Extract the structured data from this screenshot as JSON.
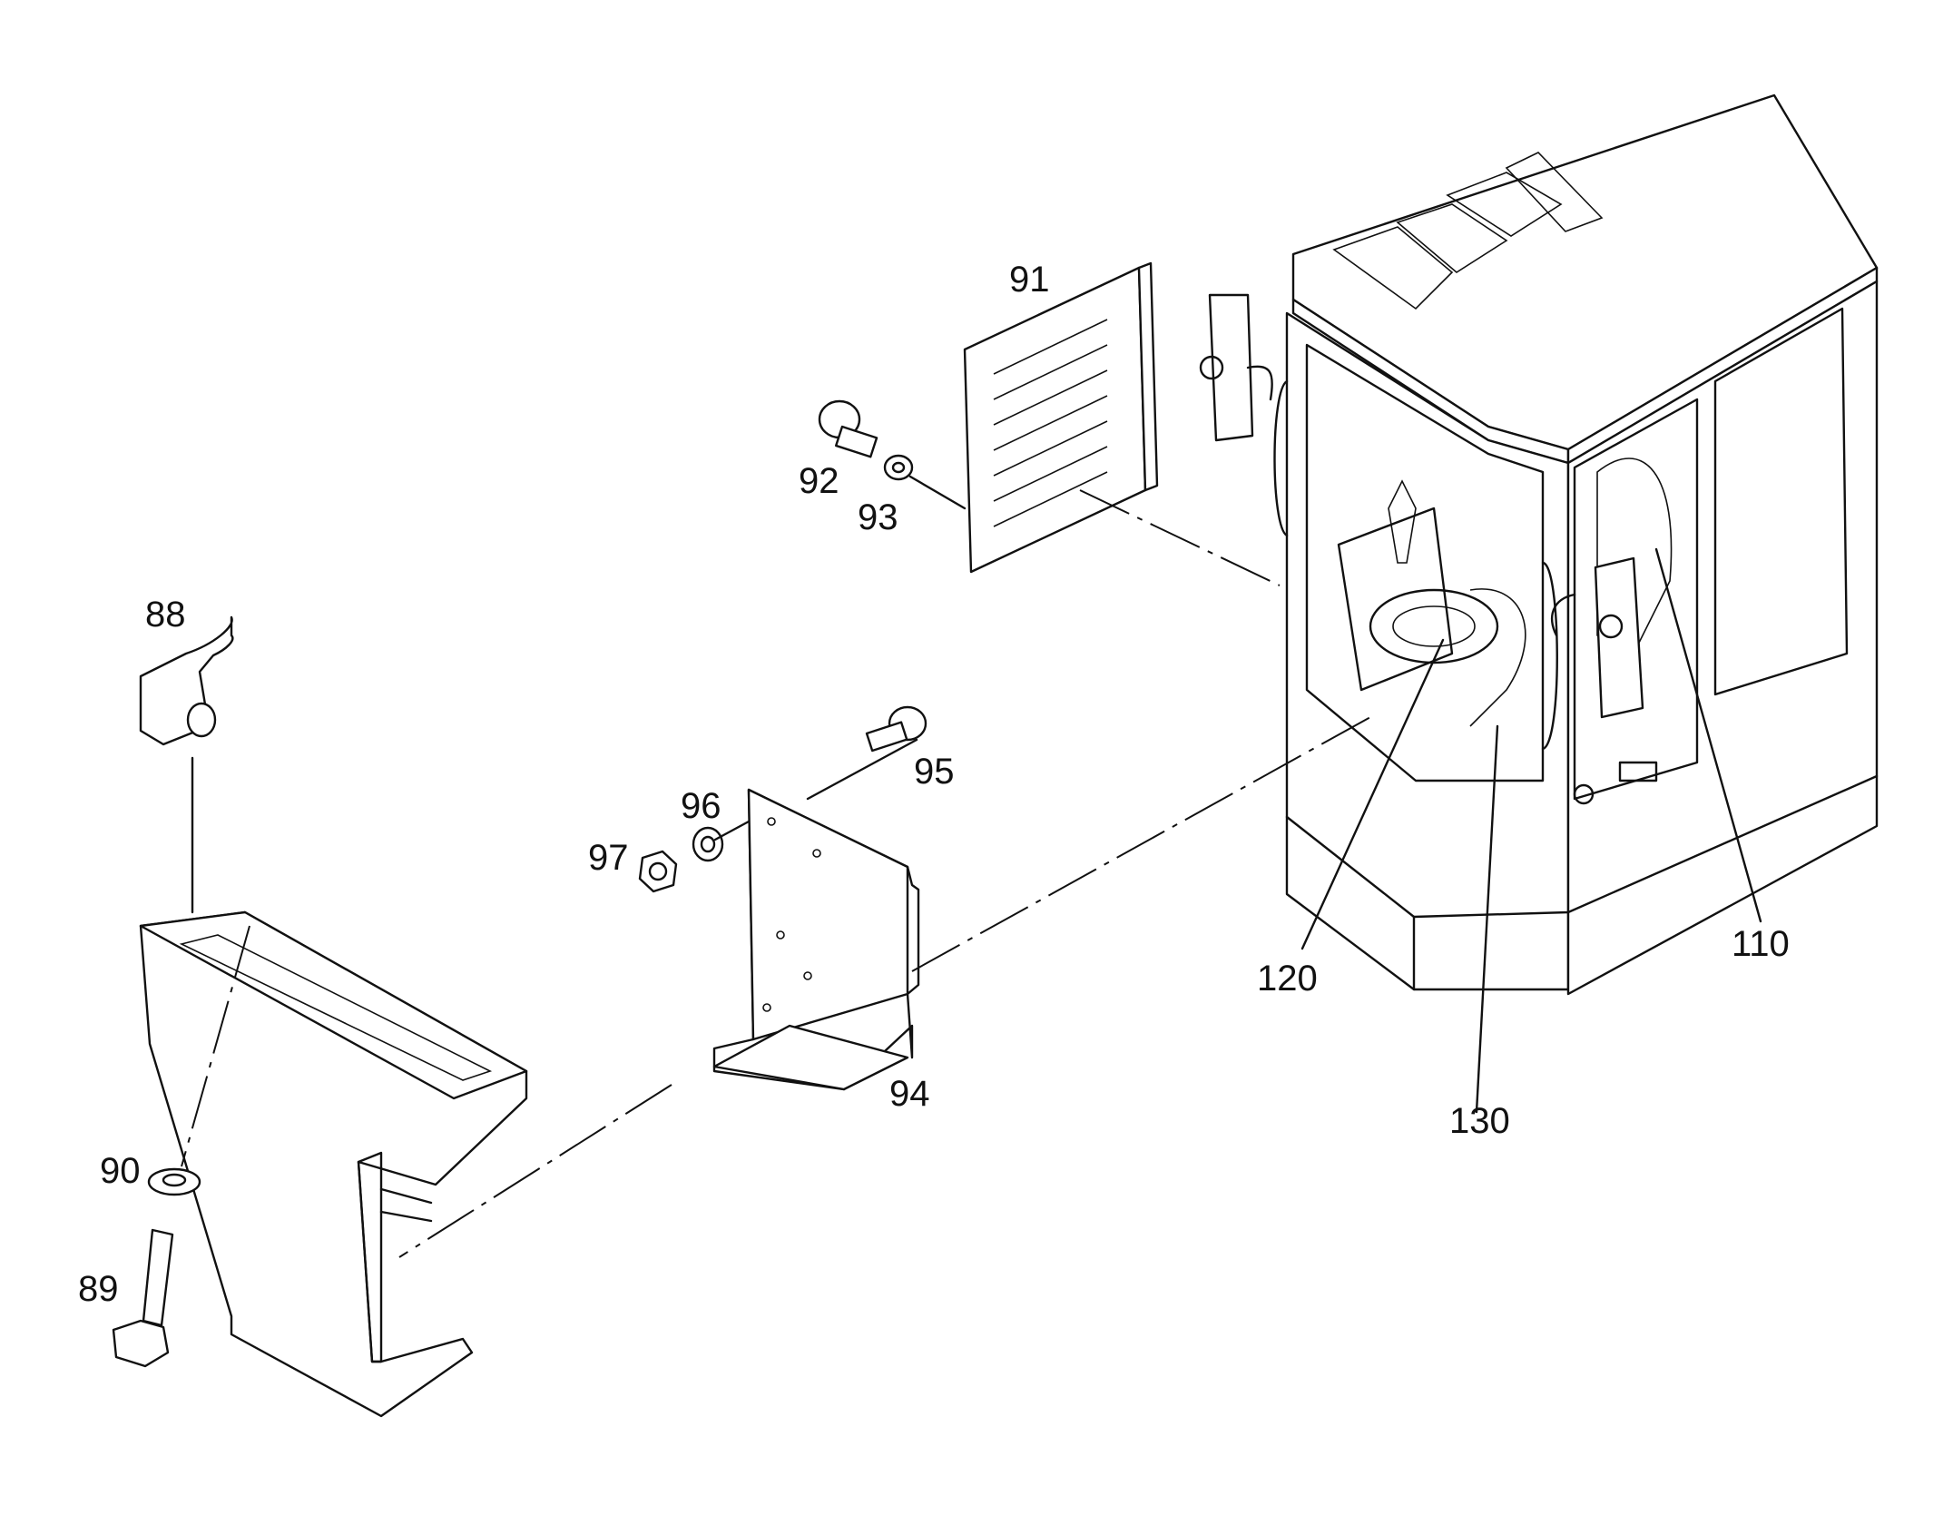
{
  "callouts": {
    "p88": "88",
    "p89": "89",
    "p90": "90",
    "p91": "91",
    "p92": "92",
    "p93": "93",
    "p94": "94",
    "p95": "95",
    "p96": "96",
    "p97": "97",
    "p110": "110",
    "p120": "120",
    "p130": "130"
  }
}
